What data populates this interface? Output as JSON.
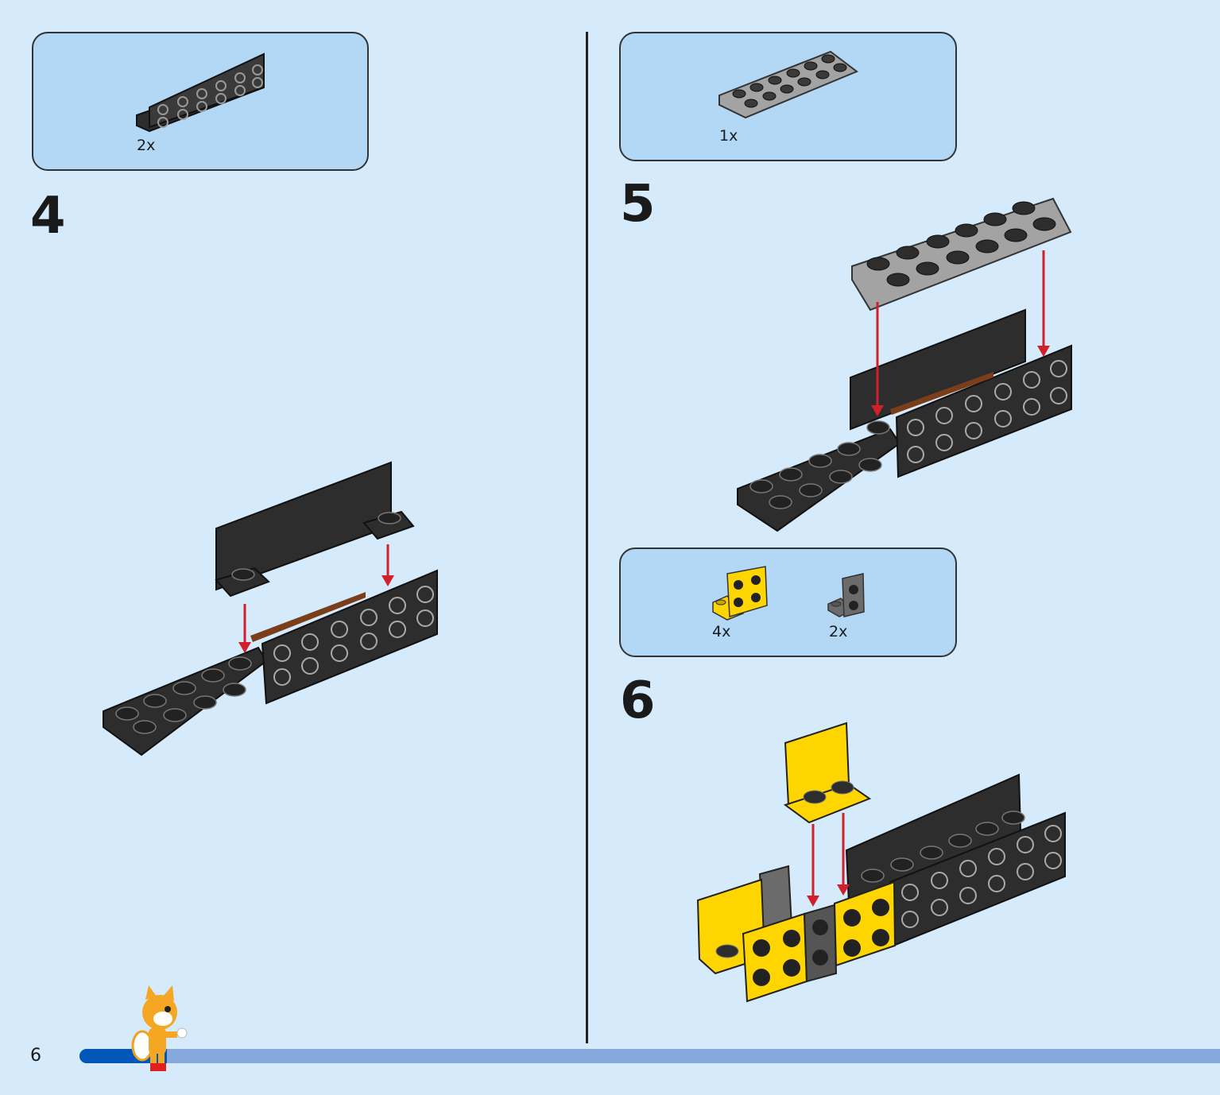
{
  "page": {
    "number": "6",
    "progress_fraction": 0.077
  },
  "steps": [
    {
      "number": "4",
      "parts": [
        {
          "qty": "2x",
          "part": "black-bracket-1x6-plate"
        }
      ]
    },
    {
      "number": "5",
      "parts": [
        {
          "qty": "1x",
          "part": "gray-plate-2x6"
        }
      ]
    },
    {
      "number": "6",
      "parts": [
        {
          "qty": "4x",
          "part": "yellow-bracket-2x2"
        },
        {
          "qty": "2x",
          "part": "dark-gray-bracket-1x2"
        }
      ]
    }
  ],
  "colors": {
    "background": "#d5ebfb",
    "parts_box": "#b3d8f5",
    "brick_black": "#2d2d2d",
    "brick_gray": "#a3a3a3",
    "brick_yellow": "#ffd500",
    "arrow_red": "#d0202a",
    "progress_fill": "#0057b8",
    "progress_track": "#86a9dd"
  }
}
